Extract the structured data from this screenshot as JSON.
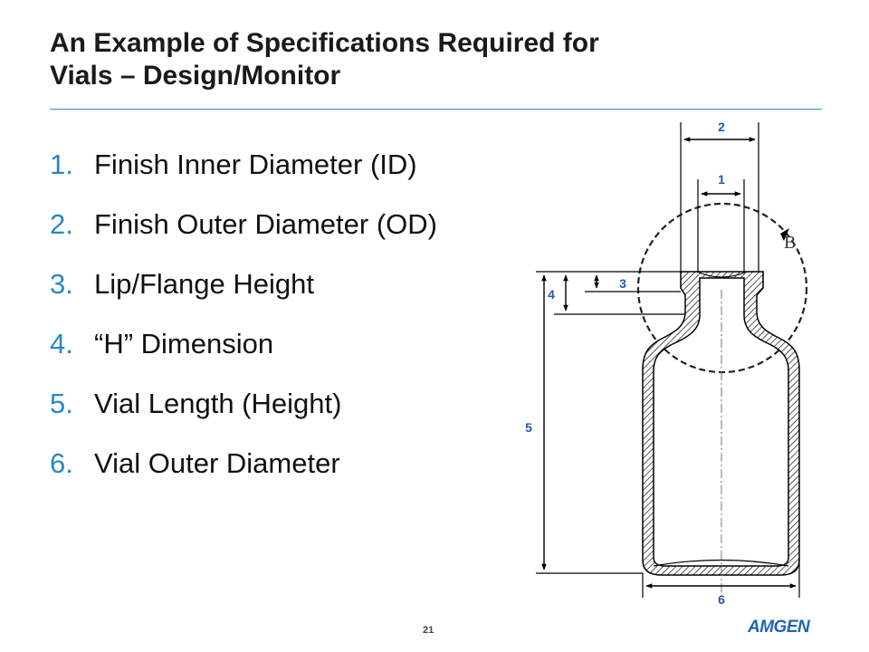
{
  "slide": {
    "title_line1": "An Example of Specifications Required for",
    "title_line2": "Vials – Design/Monitor",
    "page_number": "21",
    "logo_text": "AMGEN",
    "colors": {
      "accent_number": "#2b86c8",
      "rule": "#2f8fb0",
      "dimension_label": "#2b57a8",
      "logo": "#1f66b3"
    }
  },
  "specs": [
    {
      "number": "1.",
      "text": "Finish Inner Diameter (ID)"
    },
    {
      "number": "2.",
      "text": "Finish Outer Diameter (OD)"
    },
    {
      "number": "3.",
      "text": "Lip/Flange Height"
    },
    {
      "number": "4.",
      "text": "“H” Dimension"
    },
    {
      "number": "5.",
      "text": "Vial Length (Height)"
    },
    {
      "number": "6.",
      "text": "Vial Outer Diameter"
    }
  ],
  "diagram": {
    "labels": {
      "d1": "1",
      "d2": "2",
      "d3": "3",
      "d4": "4",
      "d5": "5",
      "d6": "6",
      "detail": "B"
    }
  }
}
